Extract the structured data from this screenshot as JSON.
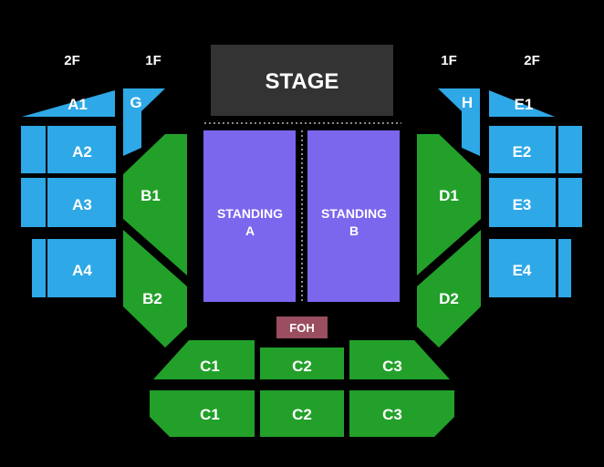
{
  "floors": {
    "left_2f": "2F",
    "left_1f": "1F",
    "right_1f": "1F",
    "right_2f": "2F"
  },
  "stage": "STAGE",
  "foh": "FOH",
  "standing": {
    "a_line1": "STANDING",
    "a_line2": "A",
    "b_line1": "STANDING",
    "b_line2": "B"
  },
  "sections": {
    "a1": "A1",
    "a2": "A2",
    "a3": "A3",
    "a4": "A4",
    "e1": "E1",
    "e2": "E2",
    "e3": "E3",
    "e4": "E4",
    "g": "G",
    "h": "H",
    "b1": "B1",
    "b2": "B2",
    "d1": "D1",
    "d2": "D2",
    "c1_front": "C1",
    "c2_front": "C2",
    "c3_front": "C3",
    "c1_back": "C1",
    "c2_back": "C2",
    "c3_back": "C3"
  },
  "colors": {
    "background": "#000000",
    "stage": "#333333",
    "standing": "#7B66EE",
    "green": "#22A02A",
    "blue": "#2EA8E6",
    "foh": "#9A4E60"
  }
}
